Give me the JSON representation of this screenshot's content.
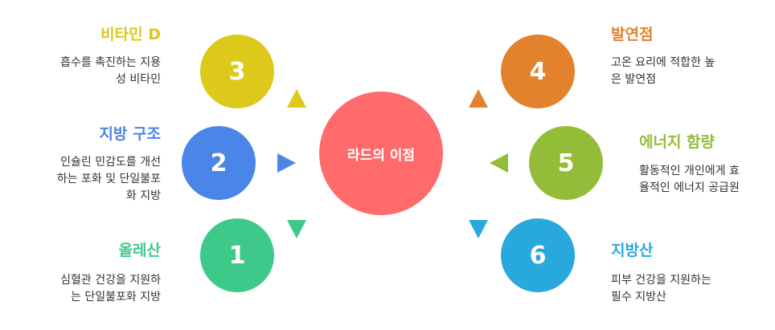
{
  "center": {
    "label": "라드의 이점",
    "color": "#ff6b6b"
  },
  "items": [
    {
      "number": "1",
      "title": "올레산",
      "desc_lines": [
        "심혈관 건강을 지원하",
        "는 단일불포화 지방"
      ],
      "color": "#3ec98a"
    },
    {
      "number": "2",
      "title": "지방 구조",
      "desc_lines": [
        "인슐린 민감도를 개선",
        "하는 포화 및 단일불포",
        "화 지방"
      ],
      "color": "#4a86e8"
    },
    {
      "number": "3",
      "title": "비타민 D",
      "desc_lines": [
        "흡수를 촉진하는 지용",
        "성 비타민"
      ],
      "color": "#dcc91a"
    },
    {
      "number": "4",
      "title": "발연점",
      "desc_lines": [
        "고온 요리에 적합한 높",
        "은 발연점"
      ],
      "color": "#e2822c"
    },
    {
      "number": "5",
      "title": "에너지 함량",
      "desc_lines": [
        "활동적인 개인에게 효",
        "율적인 에너지 공급원"
      ],
      "color": "#93bd38"
    },
    {
      "number": "6",
      "title": "지방산",
      "desc_lines": [
        "피부 건강을 지원하는",
        "필수 지방산"
      ],
      "color": "#27a9dc"
    }
  ]
}
